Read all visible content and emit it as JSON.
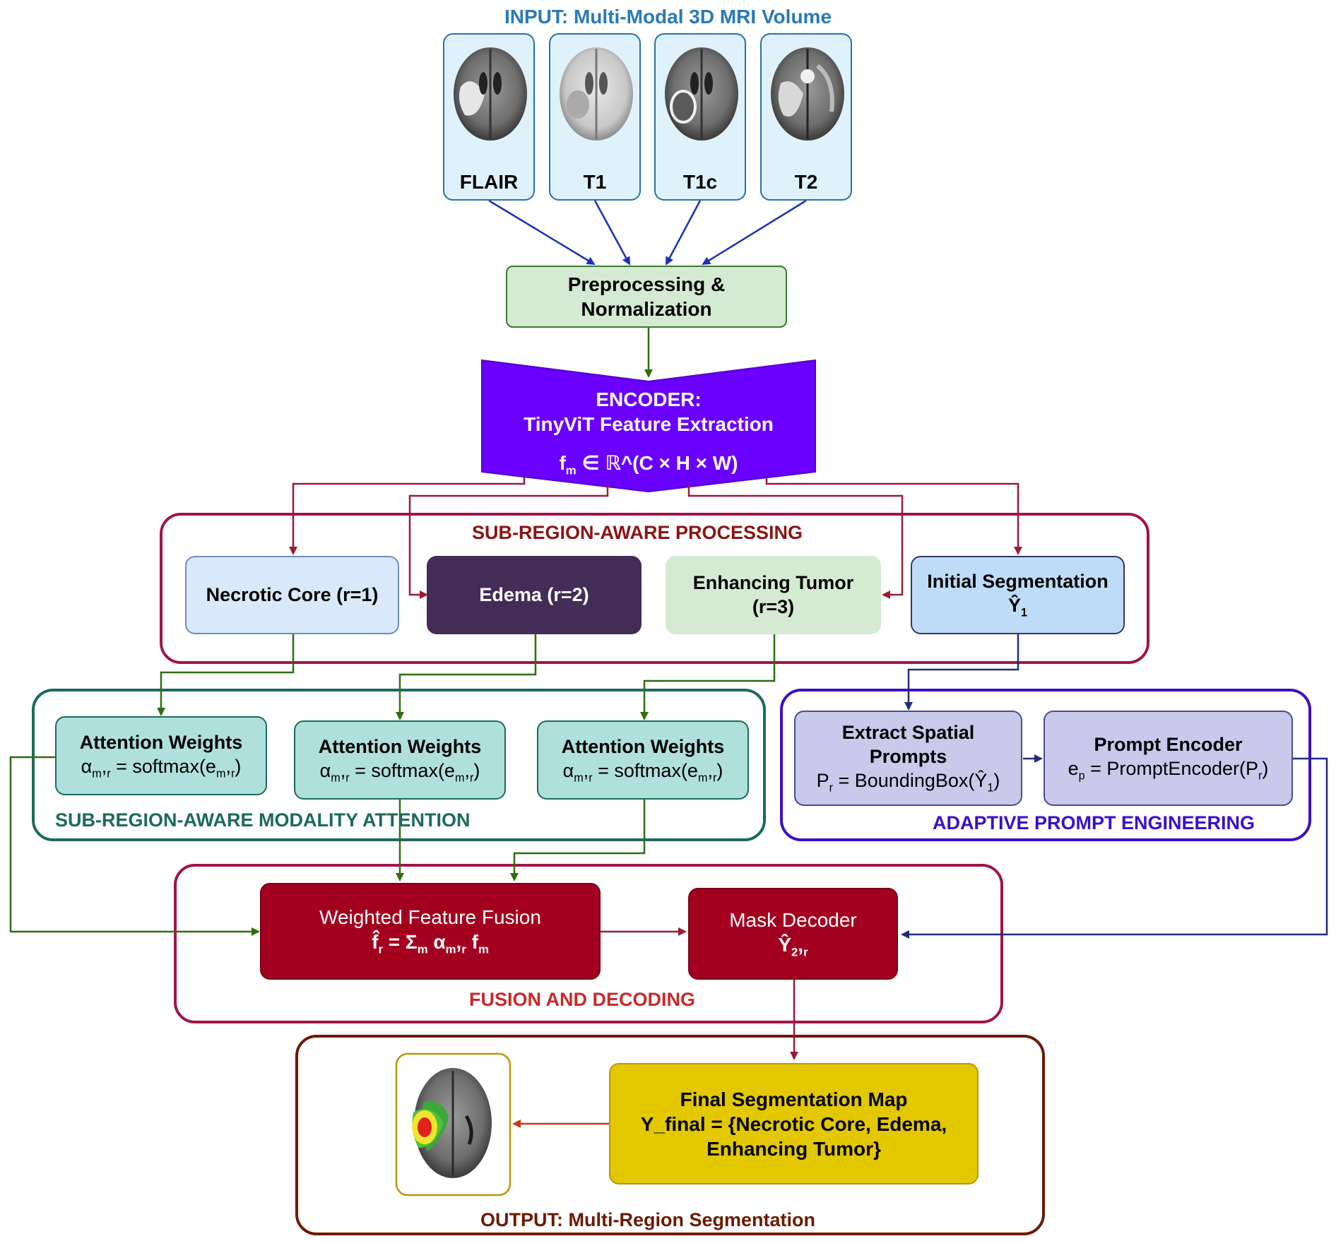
{
  "input": {
    "title": "INPUT: Multi-Modal 3D MRI Volume",
    "modalities": [
      {
        "label": "FLAIR",
        "icon": "brain-mri-flair-icon"
      },
      {
        "label": "T1",
        "icon": "brain-mri-t1-icon"
      },
      {
        "label": "T1c",
        "icon": "brain-mri-t1c-icon"
      },
      {
        "label": "T2",
        "icon": "brain-mri-t2-icon"
      }
    ]
  },
  "preprocessing": {
    "line1": "Preprocessing &",
    "line2": "Normalization"
  },
  "encoder": {
    "line1": "ENCODER:",
    "line2": "TinyViT Feature Extraction",
    "formula_base": "f",
    "formula_sub": "m",
    "formula_rest": " ∈ ℝ^(C × H × W)"
  },
  "subregion": {
    "title": "SUB-REGION-AWARE PROCESSING",
    "necrotic": "Necrotic Core (r=1)",
    "edema": "Edema (r=2)",
    "enhancing_line1": "Enhancing Tumor",
    "enhancing_line2": "(r=3)",
    "initial_line1": "Initial Segmentation",
    "initial_symbol": "Ŷ",
    "initial_sub": "1"
  },
  "attention": {
    "title": "SUB-REGION-AWARE MODALITY ATTENTION",
    "box_title": "Attention Weights",
    "formula_alpha": "α",
    "formula_alpha_sub": "m",
    "formula_sep": ",",
    "formula_r": "r",
    "formula_mid": " = softmax(e",
    "formula_end": ")"
  },
  "prompt": {
    "title": "ADAPTIVE PROMPT ENGINEERING",
    "extract_line1": "Extract Spatial",
    "extract_line2": "Prompts",
    "extract_p": "P",
    "extract_p_sub": "r",
    "extract_formula": " = BoundingBox(Ŷ",
    "extract_formula_sub": "1",
    "extract_end": ")",
    "encoder_title": "Prompt Encoder",
    "encoder_e": "e",
    "encoder_e_sub": "p",
    "encoder_formula": " = PromptEncoder(P",
    "encoder_formula_sub": "r",
    "encoder_end": ")"
  },
  "fusion": {
    "title": "FUSION AND DECODING",
    "fusion_title": "Weighted Feature Fusion",
    "fusion_formula_f": "f̂",
    "fusion_formula_f_sub": "r",
    "fusion_formula_eq": " = Σ",
    "fusion_formula_eq_sub": "m",
    "fusion_formula_alpha": " α",
    "fusion_formula_alpha_sub": "m",
    "fusion_formula_sep": ",",
    "fusion_formula_r": "r",
    "fusion_formula_fm": " f",
    "fusion_formula_fm_sub": "m",
    "decoder_title": "Mask Decoder",
    "decoder_symbol": "Ŷ",
    "decoder_sub": "2",
    "decoder_sep": ",",
    "decoder_r": "r"
  },
  "output": {
    "title": "OUTPUT: Multi-Region Segmentation",
    "final_line1": "Final Segmentation Map",
    "final_line2": "Y_final = {Necrotic Core, Edema,",
    "final_line3": "Enhancing Tumor}",
    "image_icon": "segmented-brain-icon"
  },
  "colors": {
    "input_title": "#2a7ab8",
    "preprocess_fill": "#d5ead3",
    "encoder_fill": "#6a00ff",
    "subregion_border": "#a0154b",
    "attention_border": "#1b6b5a",
    "prompt_border": "#3a10c8",
    "fusion_fill": "#a3001f",
    "output_border": "#6b1a00",
    "final_fill": "#e3c800"
  }
}
